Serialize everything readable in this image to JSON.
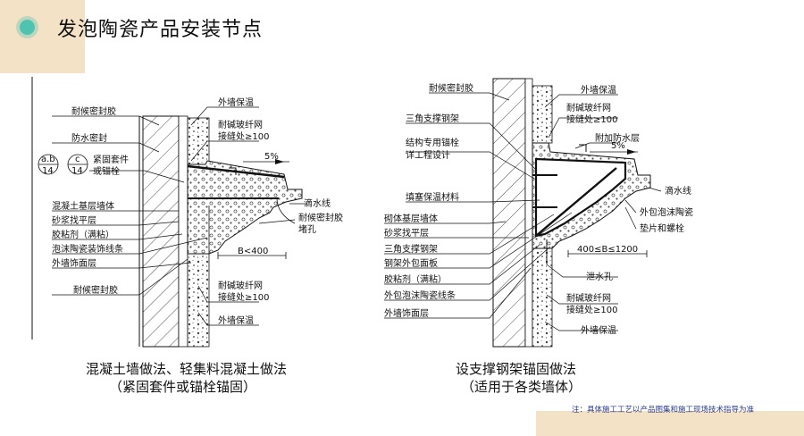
{
  "header": {
    "title": "发泡陶瓷产品安装节点"
  },
  "left": {
    "labels": {
      "sealant_top": "耐候密封胶",
      "waterproof_seal": "防水密封",
      "ab": "a.b",
      "c": "c",
      "n14a": "14",
      "n14b": "14",
      "fastener_1": "紧固套件",
      "fastener_2": "或锚栓",
      "base_wall": "混凝土基层墙体",
      "mortar": "砂浆找平层",
      "adhesive": "胶粘剂（满粘）",
      "molding": "泡沫陶瓷装饰线条",
      "facing": "外墙饰面层",
      "sealant_bottom": "耐候密封胶",
      "insulation_top": "外墙保温",
      "mesh_top_1": "耐碱玻纤网",
      "mesh_top_2": "接缝处≥100",
      "slope": "5%",
      "drip": "滴水线",
      "seal_1": "耐候密封胶",
      "seal_2": "堵孔",
      "width": "B<400",
      "mesh_bot_1": "耐碱玻纤网",
      "mesh_bot_2": "接缝处≥100",
      "insulation_bot": "外墙保温"
    },
    "caption_1": "混凝土墙做法、轻集料混凝土做法",
    "caption_2": "（紧固套件或锚栓锚固）"
  },
  "right": {
    "labels": {
      "sealant_top": "耐候密封胶",
      "triangle_frame": "三角支撑钢架",
      "anchor_1": "结构专用锚栓",
      "anchor_2": "详工程设计",
      "fill": "填塞保温材料",
      "masonry": "砌体基层墙体",
      "mortar": "砂浆找平层",
      "triangle_frame_2": "三角支撑钢架",
      "steel_panel": "钢架外包面板",
      "adhesive": "胶粘剂（满粘）",
      "molding": "外包泡沫陶瓷线条",
      "facing": "外墙饰面层",
      "insulation_top": "外墙保温",
      "mesh_top_1": "耐碱玻纤网",
      "mesh_top_2": "接缝处≥100",
      "extra_waterproof": "附加防水层",
      "slope": "5%",
      "drip": "滴水线",
      "ceramic_wrap": "外包泡沫陶瓷",
      "washer": "垫片和螺栓",
      "width": "400≤B≤1200",
      "drain_hole": "泄水孔",
      "mesh_bot_1": "耐碱玻纤网",
      "mesh_bot_2": "接缝处≥100",
      "insulation_bot": "外墙保温"
    },
    "caption_1": "设支撑钢架锚固做法",
    "caption_2": "（适用于各类墙体）"
  },
  "footer": {
    "note": "注：具体施工工艺以产品图集和施工现场技术指导为准"
  },
  "colors": {
    "accent": "#4fc2b0",
    "sand": "#f3e2c6",
    "note": "#2a3a8a"
  }
}
